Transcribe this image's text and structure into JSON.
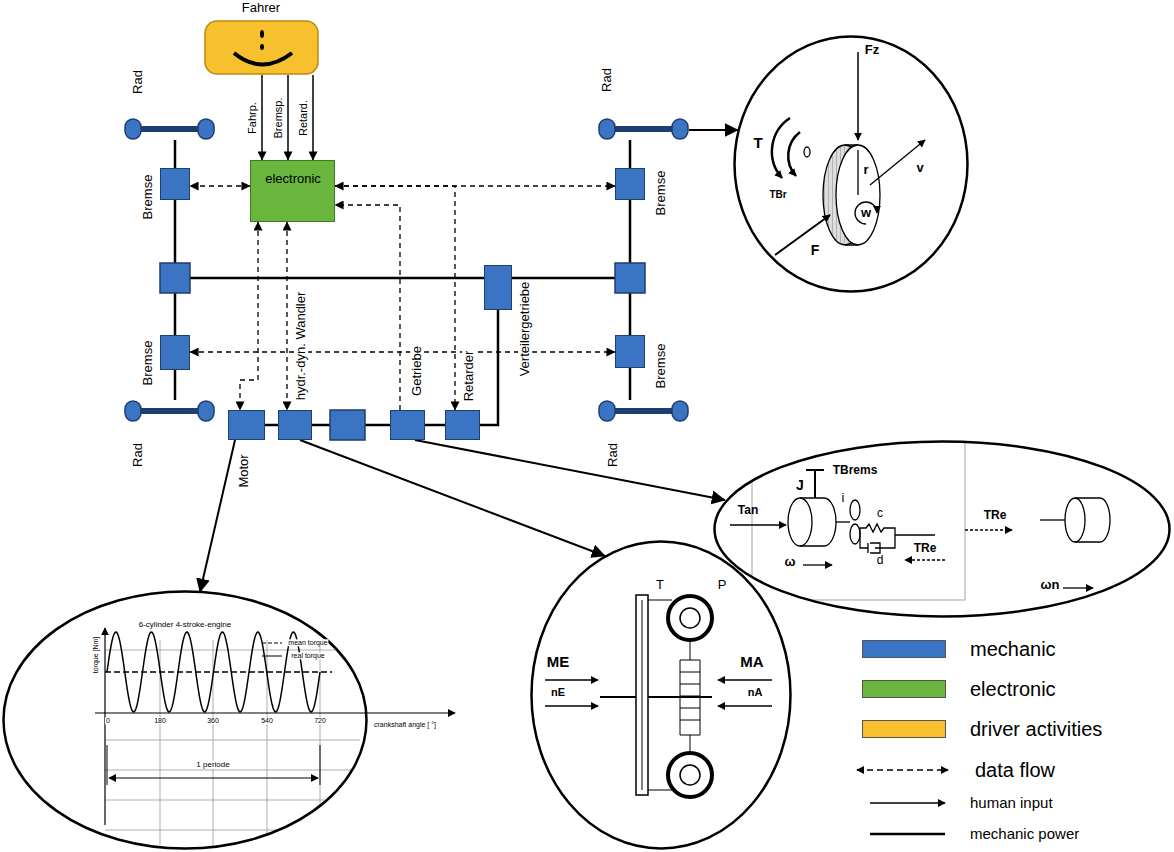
{
  "diagram": {
    "nodes": [
      {
        "text": [
          "Fahrer"
        ]
      },
      {
        "text": [
          "electronic"
        ]
      },
      {
        "text": [
          "Rad"
        ]
      },
      {
        "text": [
          "Bremse"
        ]
      },
      {
        "text": [
          "Rad"
        ]
      },
      {
        "text": [
          "Bremse"
        ]
      },
      {
        "text": [
          "Fz",
          "T",
          "TBr",
          "r",
          "v",
          "w",
          "F"
        ]
      },
      {
        "text": [
          "Verteilergetriebe"
        ]
      },
      {
        "text": [
          "Bremse"
        ]
      },
      {
        "text": [
          "Bremse"
        ]
      },
      {
        "text": [
          "Rad"
        ]
      },
      {
        "text": [
          "Motor"
        ]
      },
      {
        "text": [
          "hydr.-dyn. Wandler"
        ]
      },
      {
        "text": [
          "Getriebe"
        ]
      },
      {
        "text": [
          "Retarder"
        ]
      },
      {
        "text": [
          "Rad"
        ]
      },
      {
        "text": [
          "TBrems",
          "i",
          "J",
          "c",
          "d",
          "Tan",
          "TRe",
          "TRe",
          "ω",
          "ωn"
        ]
      },
      {
        "text": [
          "6-cylinder 4-stroke-engine",
          "torque [Nm]",
          "mean torque",
          "real torque",
          "0",
          "180",
          "360",
          "540",
          "720",
          "crankshaft angle [ °]",
          "1 periode"
        ]
      },
      {
        "text": [
          "ME",
          "nE",
          "T",
          "P",
          "MA",
          "nA"
        ]
      }
    ],
    "edges": [
      {
        "from": 0,
        "to": 1,
        "label": "Fahrp.",
        "arrow": "to"
      },
      {
        "from": 0,
        "to": 1,
        "label": "Bremsp.",
        "arrow": "to"
      },
      {
        "from": 0,
        "to": 1,
        "label": "Retard.",
        "arrow": "to"
      },
      {
        "from": 1,
        "to": 3,
        "arrow": "both"
      },
      {
        "from": 1,
        "to": 5,
        "arrow": "both"
      },
      {
        "from": 8,
        "to": 9,
        "arrow": "both"
      },
      {
        "from": 1,
        "to": 11,
        "arrow": "both"
      },
      {
        "from": 1,
        "to": 12,
        "arrow": "both"
      },
      {
        "from": 13,
        "to": 1,
        "arrow": "to"
      },
      {
        "from": 1,
        "to": 14,
        "arrow": "to"
      },
      {
        "from": 11,
        "to": 12,
        "arrow": "none"
      },
      {
        "from": 13,
        "to": 14,
        "arrow": "none"
      },
      {
        "from": 14,
        "to": 7,
        "arrow": "none"
      },
      {
        "from": 2,
        "to": 3,
        "arrow": "none"
      },
      {
        "from": 4,
        "to": 5,
        "arrow": "none"
      },
      {
        "from": 8,
        "to": 10,
        "arrow": "none"
      },
      {
        "from": 9,
        "to": 15,
        "arrow": "none"
      },
      {
        "from": 4,
        "to": 6,
        "arrow": "to"
      },
      {
        "from": 11,
        "to": 17,
        "arrow": "to"
      },
      {
        "from": 12,
        "to": 18,
        "arrow": "to"
      },
      {
        "from": 13,
        "to": 16,
        "arrow": "to"
      }
    ],
    "legend": [
      {
        "text": "mechanic",
        "color": "#3b74c2"
      },
      {
        "text": "electronic",
        "color": "#6ab53d"
      },
      {
        "text": "driver activities",
        "color": "#f7c02f"
      },
      {
        "text": "data flow"
      },
      {
        "text": "human input"
      },
      {
        "text": "mechanic power"
      }
    ]
  }
}
